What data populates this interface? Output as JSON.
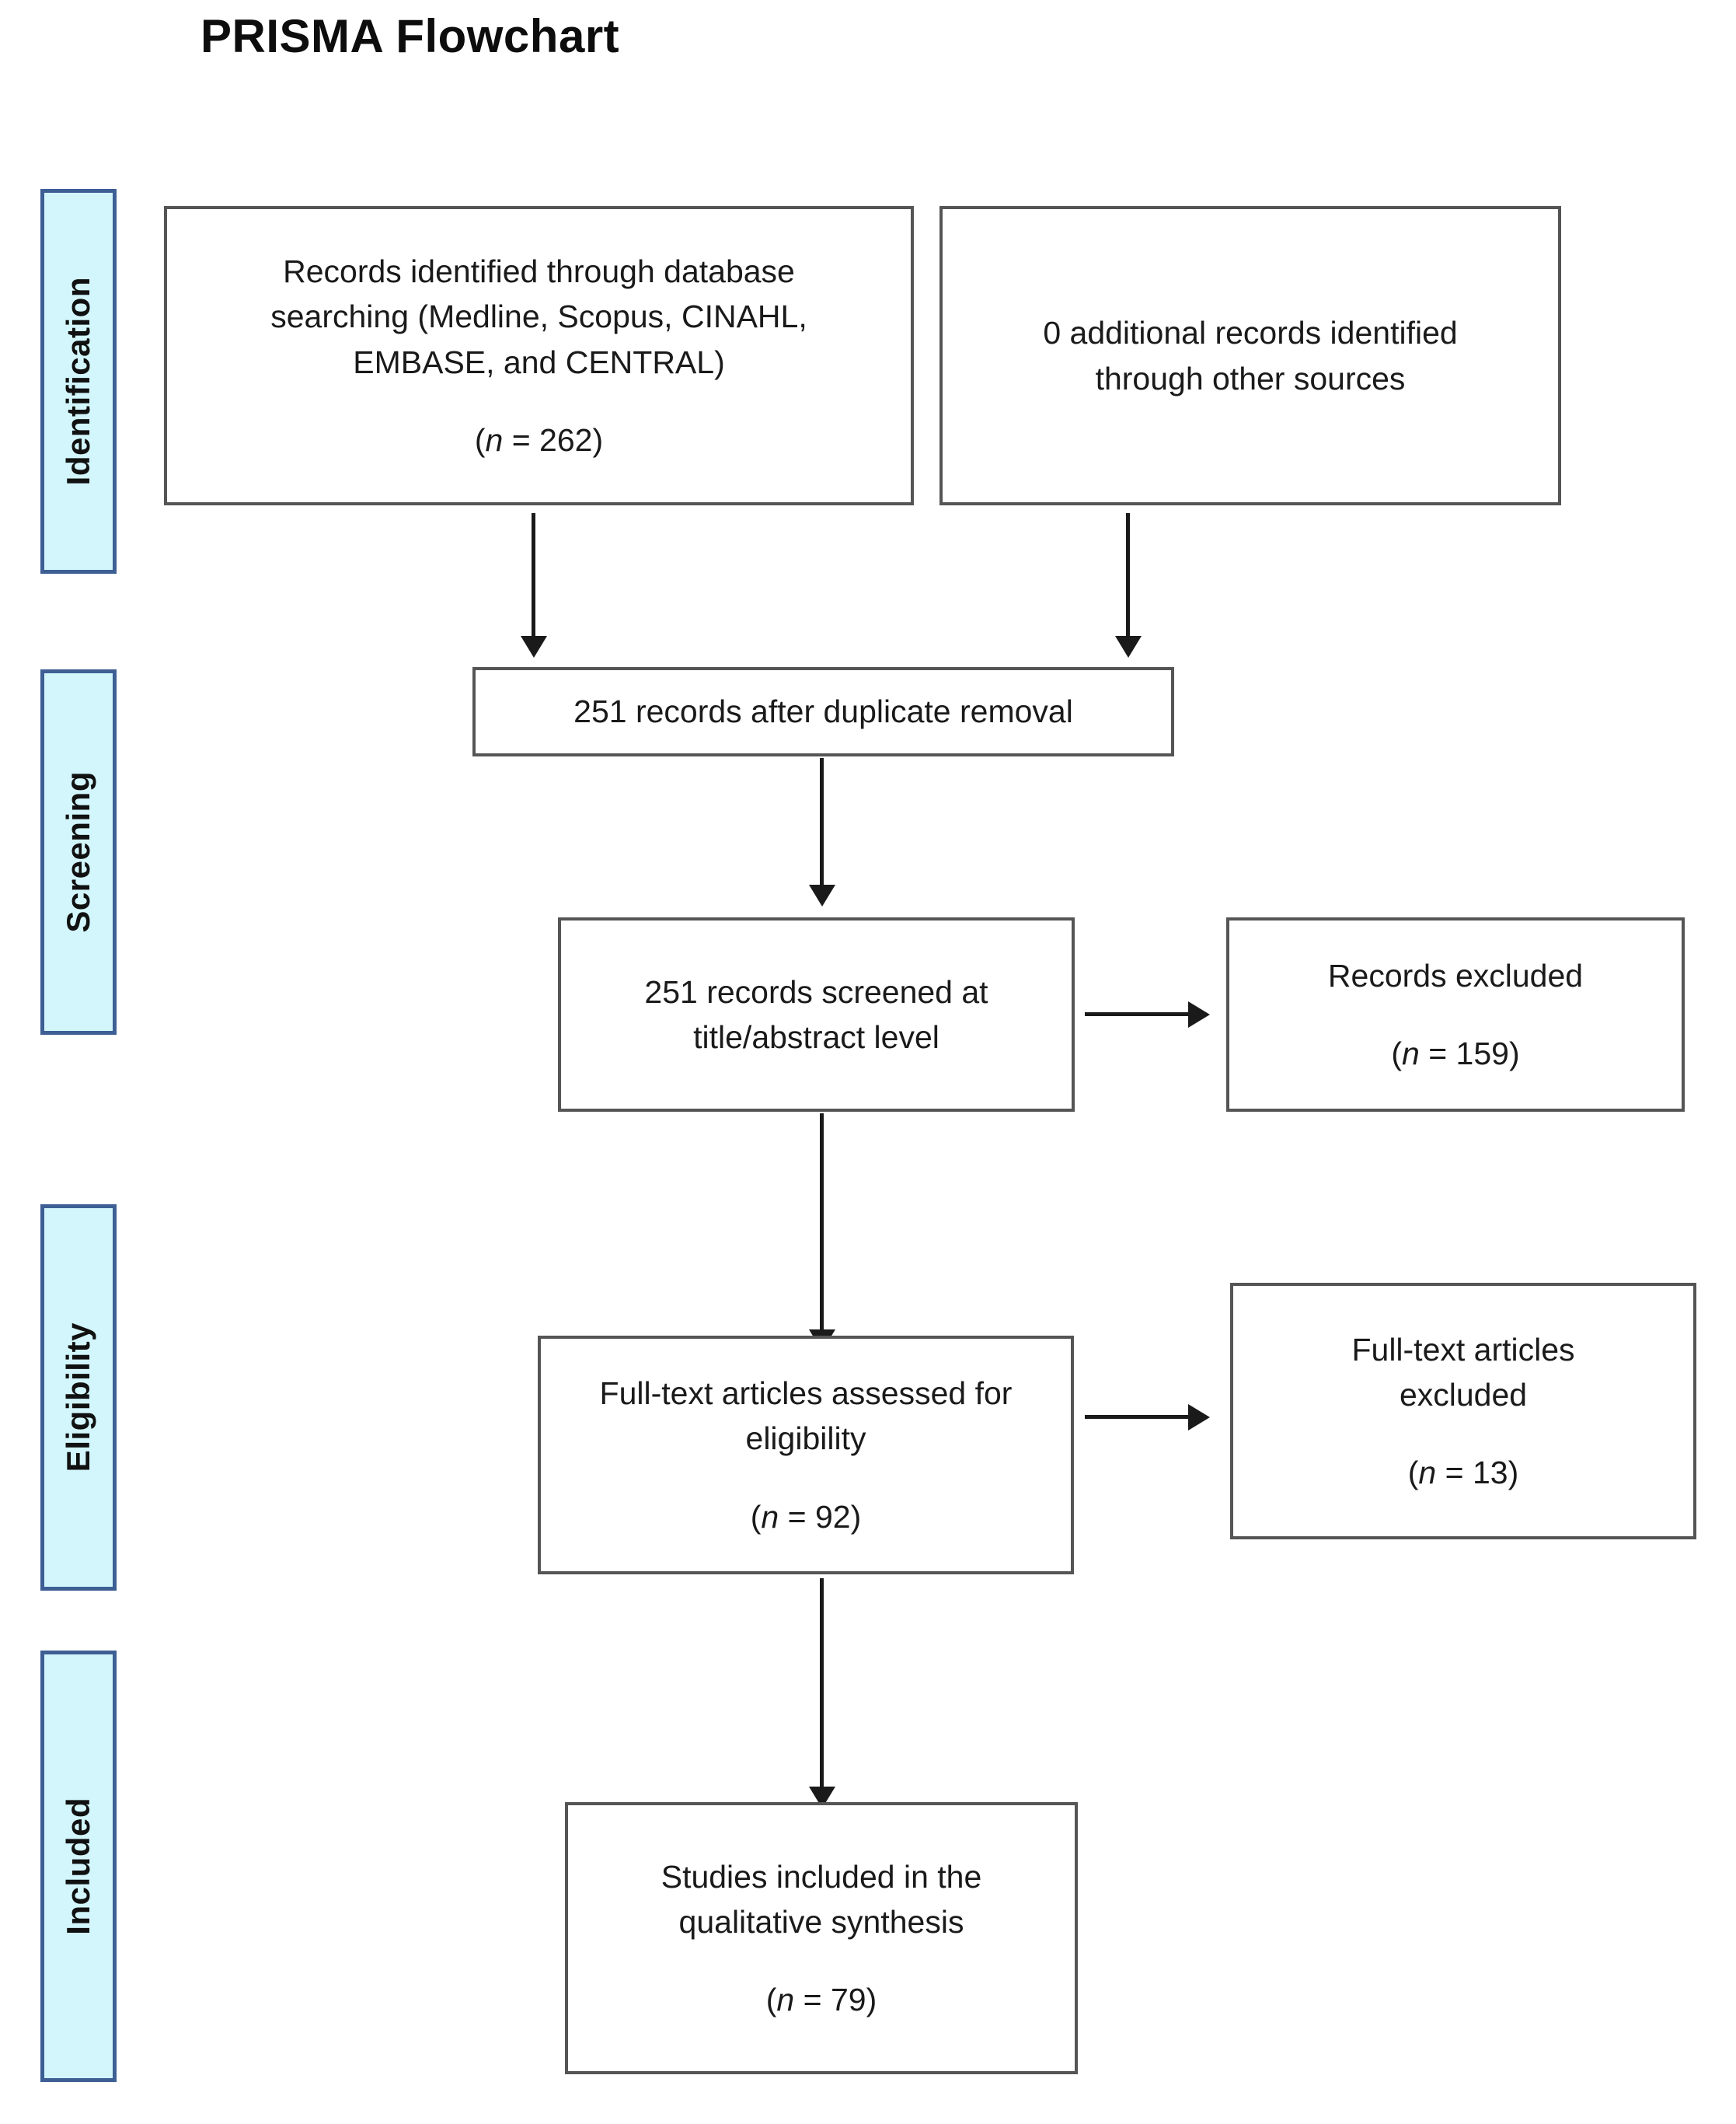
{
  "title": "PRISMA Flowchart",
  "colors": {
    "stage_fill": "#d2f6fb",
    "stage_border": "#3d5f94",
    "box_border": "#555555",
    "arrow": "#1a1a1a",
    "text": "#1a1a1a",
    "background": "#ffffff"
  },
  "stages": [
    {
      "label": "Identification"
    },
    {
      "label": "Screening"
    },
    {
      "label": "Eligibility"
    },
    {
      "label": "Included"
    }
  ],
  "boxes": {
    "database_records": {
      "line1": "Records identified through database",
      "line2": "searching (Medline, Scopus, CINAHL,",
      "line3": "EMBASE, and CENTRAL)",
      "count_open": "(",
      "count_n": "n",
      "count_value": " = 262)"
    },
    "other_records": {
      "line1": "0 additional records identified",
      "line2": "through other sources"
    },
    "after_duplicates": {
      "line1": "251 records after duplicate removal"
    },
    "screened": {
      "line1": "251 records screened at",
      "line2": "title/abstract level"
    },
    "records_excluded": {
      "line1": "Records excluded",
      "count_open": "(",
      "count_n": "n",
      "count_value": " = 159)"
    },
    "fulltext_assessed": {
      "line1": "Full-text articles assessed for",
      "line2": "eligibility",
      "count_open": "(",
      "count_n": "n",
      "count_value": " = 92)"
    },
    "fulltext_excluded": {
      "line1": "Full-text articles",
      "line2": "excluded",
      "count_open": "(",
      "count_n": "n",
      "count_value": " = 13)"
    },
    "included_studies": {
      "line1": "Studies included in the",
      "line2": "qualitative synthesis",
      "count_open": "(",
      "count_n": "n",
      "count_value": " = 79)"
    }
  },
  "chart_data": {
    "type": "diagram",
    "title": "PRISMA Flowchart",
    "stages": [
      "Identification",
      "Screening",
      "Eligibility",
      "Included"
    ],
    "nodes": [
      {
        "id": "database_records",
        "stage": "Identification",
        "label": "Records identified through database searching (Medline, Scopus, CINAHL, EMBASE, and CENTRAL)",
        "n": 262
      },
      {
        "id": "other_records",
        "stage": "Identification",
        "label": "0 additional records identified through other sources",
        "n": 0
      },
      {
        "id": "after_duplicates",
        "stage": "Screening",
        "label": "251 records after duplicate removal",
        "n": 251
      },
      {
        "id": "screened",
        "stage": "Screening",
        "label": "251 records screened at title/abstract level",
        "n": 251
      },
      {
        "id": "records_excluded",
        "stage": "Screening",
        "label": "Records excluded",
        "n": 159
      },
      {
        "id": "fulltext_assessed",
        "stage": "Eligibility",
        "label": "Full-text articles assessed for eligibility",
        "n": 92
      },
      {
        "id": "fulltext_excluded",
        "stage": "Eligibility",
        "label": "Full-text articles excluded",
        "n": 13
      },
      {
        "id": "included_studies",
        "stage": "Included",
        "label": "Studies included in the qualitative synthesis",
        "n": 79
      }
    ],
    "edges": [
      {
        "from": "database_records",
        "to": "after_duplicates",
        "direction": "down"
      },
      {
        "from": "other_records",
        "to": "after_duplicates",
        "direction": "down"
      },
      {
        "from": "after_duplicates",
        "to": "screened",
        "direction": "down"
      },
      {
        "from": "screened",
        "to": "records_excluded",
        "direction": "right"
      },
      {
        "from": "screened",
        "to": "fulltext_assessed",
        "direction": "down"
      },
      {
        "from": "fulltext_assessed",
        "to": "fulltext_excluded",
        "direction": "right"
      },
      {
        "from": "fulltext_assessed",
        "to": "included_studies",
        "direction": "down"
      }
    ]
  }
}
